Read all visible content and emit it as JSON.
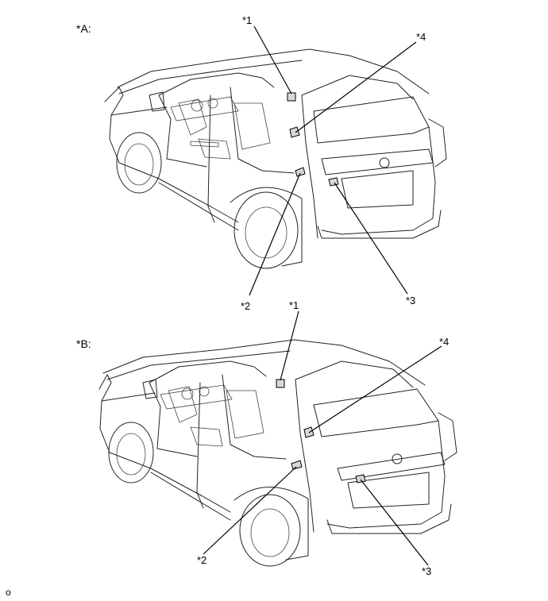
{
  "views": [
    {
      "id": "A",
      "label": "*A:",
      "callouts": [
        "*1",
        "*2",
        "*3",
        "*4"
      ]
    },
    {
      "id": "B",
      "label": "*B:",
      "callouts": [
        "*1",
        "*2",
        "*3",
        "*4"
      ]
    }
  ],
  "footer": {
    "code": "o"
  }
}
